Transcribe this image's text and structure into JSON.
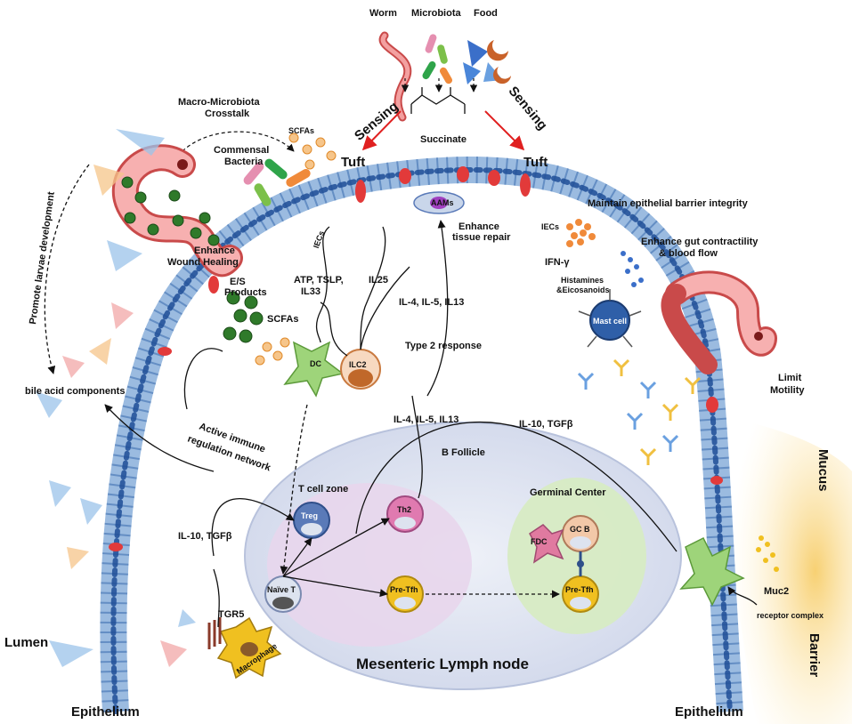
{
  "inputs": {
    "worm": "Worm",
    "microbiota": "Microbiota",
    "food": "Food",
    "succinate": "Succinate",
    "sensing_left": "Sensing",
    "sensing_right": "Sensing"
  },
  "regions": {
    "lumen": "Lumen",
    "epithelium_left": "Epithelium",
    "epithelium_right": "Epithelium",
    "mucus": "Mucus",
    "barrier": "Barrier"
  },
  "labels": {
    "macro_microbiota": "Macro-Microbiota",
    "crosstalk": "Crosstalk",
    "scfas_top": "SCFAs",
    "commensal": "Commensal",
    "bacteria": "Bacteria",
    "tuft_left": "Tuft",
    "tuft_right": "Tuft",
    "aams": "AAMs",
    "enhance": "Enhance",
    "tissue_repair": "tissue repair",
    "maintain_barrier": "Maintain epithelial barrier integrity",
    "iecs_left": "IECs",
    "iecs_right": "IECs",
    "enhance_gut": "Enhance gut contractility",
    "blood_flow": "& blood flow",
    "ifn_gamma": "IFN-γ",
    "histamines": "Histamines",
    "eicosanoids": "&Eicosanoids",
    "mast_cell": "Mast cell",
    "enhance_wound": "Enhance",
    "wound_healing": "Wound Healing",
    "es_products": "E/S",
    "products": "Products",
    "scfas_mid": "SCFAs",
    "atp_tslp": "ATP, TSLP,",
    "il33": "IL33",
    "il25": "IL25",
    "il4_top": "IL-4, IL-5, IL13",
    "type2": "Type 2 response",
    "dc": "DC",
    "ilc2": "ILC2",
    "promote_larvae": "Promote larvae development",
    "bile_acid": "bile acid components",
    "active_immune_1": "Active immune",
    "active_immune_2": "regulation network",
    "il4_mid": "IL-4, IL-5, IL13",
    "il10_right": "IL-10, TGFβ",
    "il10_left": "IL-10, TGFβ",
    "limit": "Limit",
    "motility": "Motility",
    "b_follicle": "B Follicle",
    "t_cell_zone": "T cell zone",
    "germinal_center": "Germinal Center",
    "treg": "Treg",
    "th2": "Th2",
    "fdc": "FDC",
    "gc_b": "GC B",
    "naive_t": "Naïve T",
    "pre_tfh_1": "Pre-Tfh",
    "pre_tfh_2": "Pre-Tfh",
    "tgr5": "TGR5",
    "macrophage": "Macrophage",
    "mesenteric": "Mesenteric Lymph node",
    "muc2": "Muc2",
    "receptor_complex": "receptor complex"
  },
  "colors": {
    "epithelium": "#7fa6d6",
    "nucleus": "#1f4e96",
    "tuft": "#e23a3a",
    "worm": "#e57a7a",
    "sensing_arrow": "#e02020",
    "lymph_node": "#dfe4f1",
    "t_zone": "#e8d6ec",
    "germinal": "#d7ebc3",
    "mucus": "#f6d77a"
  }
}
